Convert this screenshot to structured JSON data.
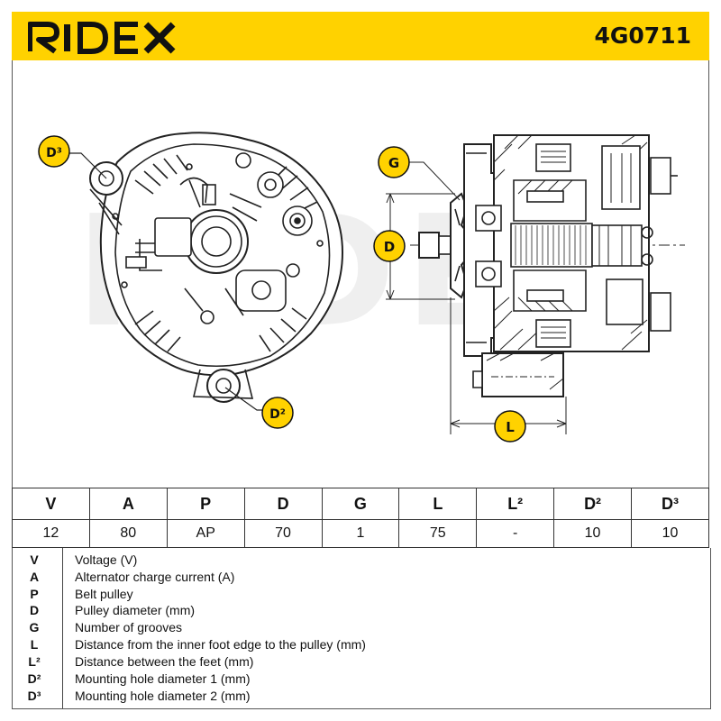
{
  "header": {
    "brand": "RIDEX",
    "part_number": "4G0711",
    "brand_color": "#ffd200"
  },
  "drawing": {
    "watermark": "RIDEX",
    "callouts": {
      "d3": "D³",
      "d2": "D²",
      "g": "G",
      "d": "D",
      "l": "L"
    }
  },
  "specs": {
    "headers": [
      "V",
      "A",
      "P",
      "D",
      "G",
      "L",
      "L²",
      "D²",
      "D³"
    ],
    "values": [
      "12",
      "80",
      "AP",
      "70",
      "1",
      "75",
      "-",
      "10",
      "10"
    ]
  },
  "legend": [
    {
      "sym": "V",
      "desc": "Voltage (V)"
    },
    {
      "sym": "A",
      "desc": "Alternator charge current (A)"
    },
    {
      "sym": "P",
      "desc": "Belt pulley"
    },
    {
      "sym": "D",
      "desc": "Pulley diameter (mm)"
    },
    {
      "sym": "G",
      "desc": "Number of grooves"
    },
    {
      "sym": "L",
      "desc": "Distance from the inner foot edge to the pulley (mm)"
    },
    {
      "sym": "L²",
      "desc": "Distance between the feet (mm)"
    },
    {
      "sym": "D²",
      "desc": "Mounting hole diameter 1 (mm)"
    },
    {
      "sym": "D³",
      "desc": "Mounting hole diameter 2 (mm)"
    }
  ]
}
